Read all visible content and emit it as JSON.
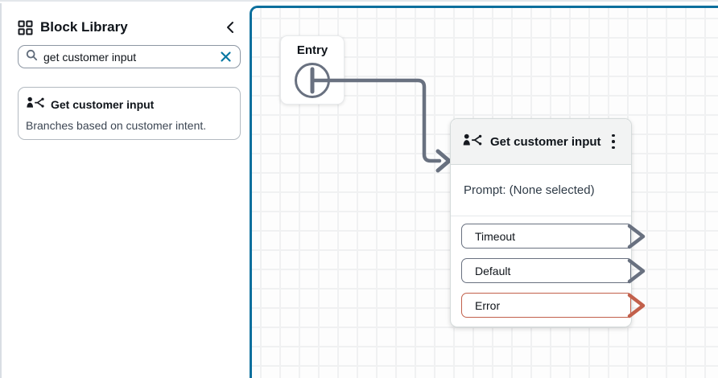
{
  "sidebar": {
    "title": "Block Library",
    "search": {
      "value": "get customer input"
    },
    "results": [
      {
        "title": "Get customer input",
        "description": "Branches based on customer intent."
      }
    ]
  },
  "canvas": {
    "entry_block": {
      "title": "Entry"
    },
    "block": {
      "title": "Get customer input",
      "prompt_text": "Prompt: (None selected)",
      "branches": [
        {
          "label": "Timeout",
          "type": "normal"
        },
        {
          "label": "Default",
          "type": "normal"
        },
        {
          "label": "Error",
          "type": "error"
        }
      ]
    }
  },
  "icons": {
    "sidebar_header": "grid-icon",
    "collapse": "chevron-left-icon",
    "search": "search-icon",
    "clear": "close-icon",
    "block": "person-branch-icon",
    "menu": "kebab-menu-icon"
  },
  "colors": {
    "canvas_border": "#0b6f9d",
    "connector_gray": "#697180",
    "error_red": "#c2604b",
    "header_gray": "#f2f3f3",
    "clear_icon_blue": "#0878a3"
  }
}
